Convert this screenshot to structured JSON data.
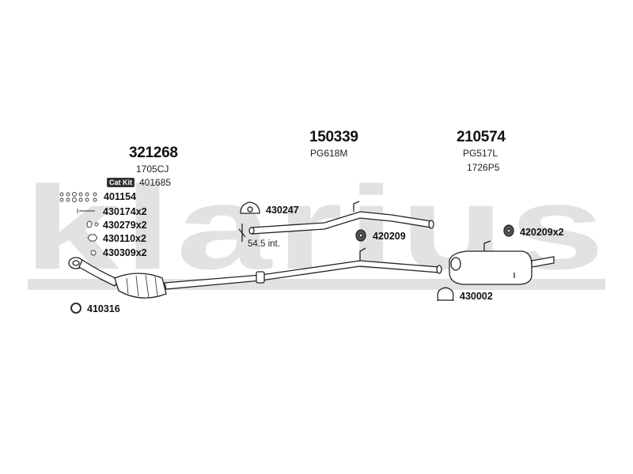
{
  "watermark": {
    "text": "klarius",
    "color": "#e2e2e2"
  },
  "catalyst": {
    "part_number": "321268",
    "ref": "1705CJ",
    "cat_kit_label": "Cat Kit",
    "cat_kit_number": "401685",
    "fittings": [
      "401154",
      "430174x2",
      "430279x2",
      "430110x2",
      "430309x2"
    ],
    "gasket": "410316"
  },
  "middle_pipe": {
    "part_number": "150339",
    "ref": "PG618M",
    "rubber_mount": "430247",
    "length_note": "54.5 int.",
    "hanger": "420209"
  },
  "rear_silencer": {
    "part_number": "210574",
    "ref1": "PG517L",
    "ref2": "1726P5",
    "hanger": "420209x2",
    "clamp": "430002"
  },
  "colors": {
    "pipe_fill": "#ffffff",
    "pipe_stroke": "#222222",
    "text": "#111111"
  }
}
